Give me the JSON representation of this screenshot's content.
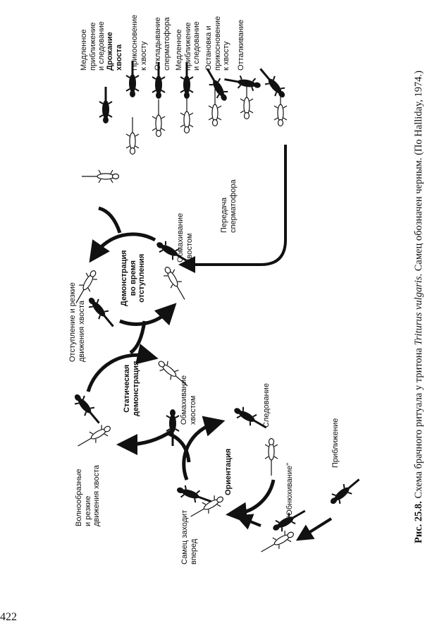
{
  "page_number": "422",
  "caption": {
    "prefix": "Рис. 25.8.",
    "text_before": "Схема брачного ритуала у тритона",
    "species": "Triturus vulgaris",
    "text_after": ". Самец обозначен черным. (По Halliday, 1974.)"
  },
  "sequence_labels": [
    [
      "Медленное",
      "приближение",
      "и следование"
    ],
    [
      "Дрожание",
      "хвоста"
    ],
    [
      "Прикосновение",
      "к хвосту"
    ],
    [
      "Откладывание",
      "сперматофора"
    ],
    [
      "Медленное",
      "приближение",
      "и следование"
    ],
    [
      "Остановка и",
      "прикосновение",
      "к хвосту"
    ],
    [
      "Отталкивание"
    ]
  ],
  "cycles": {
    "retreat_display": [
      "Демонстрация",
      "во время",
      "отступления"
    ],
    "static_display": [
      "Статическая",
      "демонстрация"
    ],
    "orientation": "Ориентация"
  },
  "labels": {
    "retreat": [
      "Отступление и резкие",
      "движения хвоста"
    ],
    "fanning_1": [
      "Обмахивание",
      "хвостом"
    ],
    "transfer": [
      "Передача",
      "сперматофора"
    ],
    "fanning_2": [
      "Обмахивание",
      "хвостом"
    ],
    "following": "Следование",
    "approach": "Приближение",
    "sniffing": "''Обнюхивание''",
    "wave": [
      "Волнообразные",
      "и резкие",
      "движения хвоста"
    ],
    "male_ahead": [
      "Самец заходит",
      "вперед"
    ]
  }
}
